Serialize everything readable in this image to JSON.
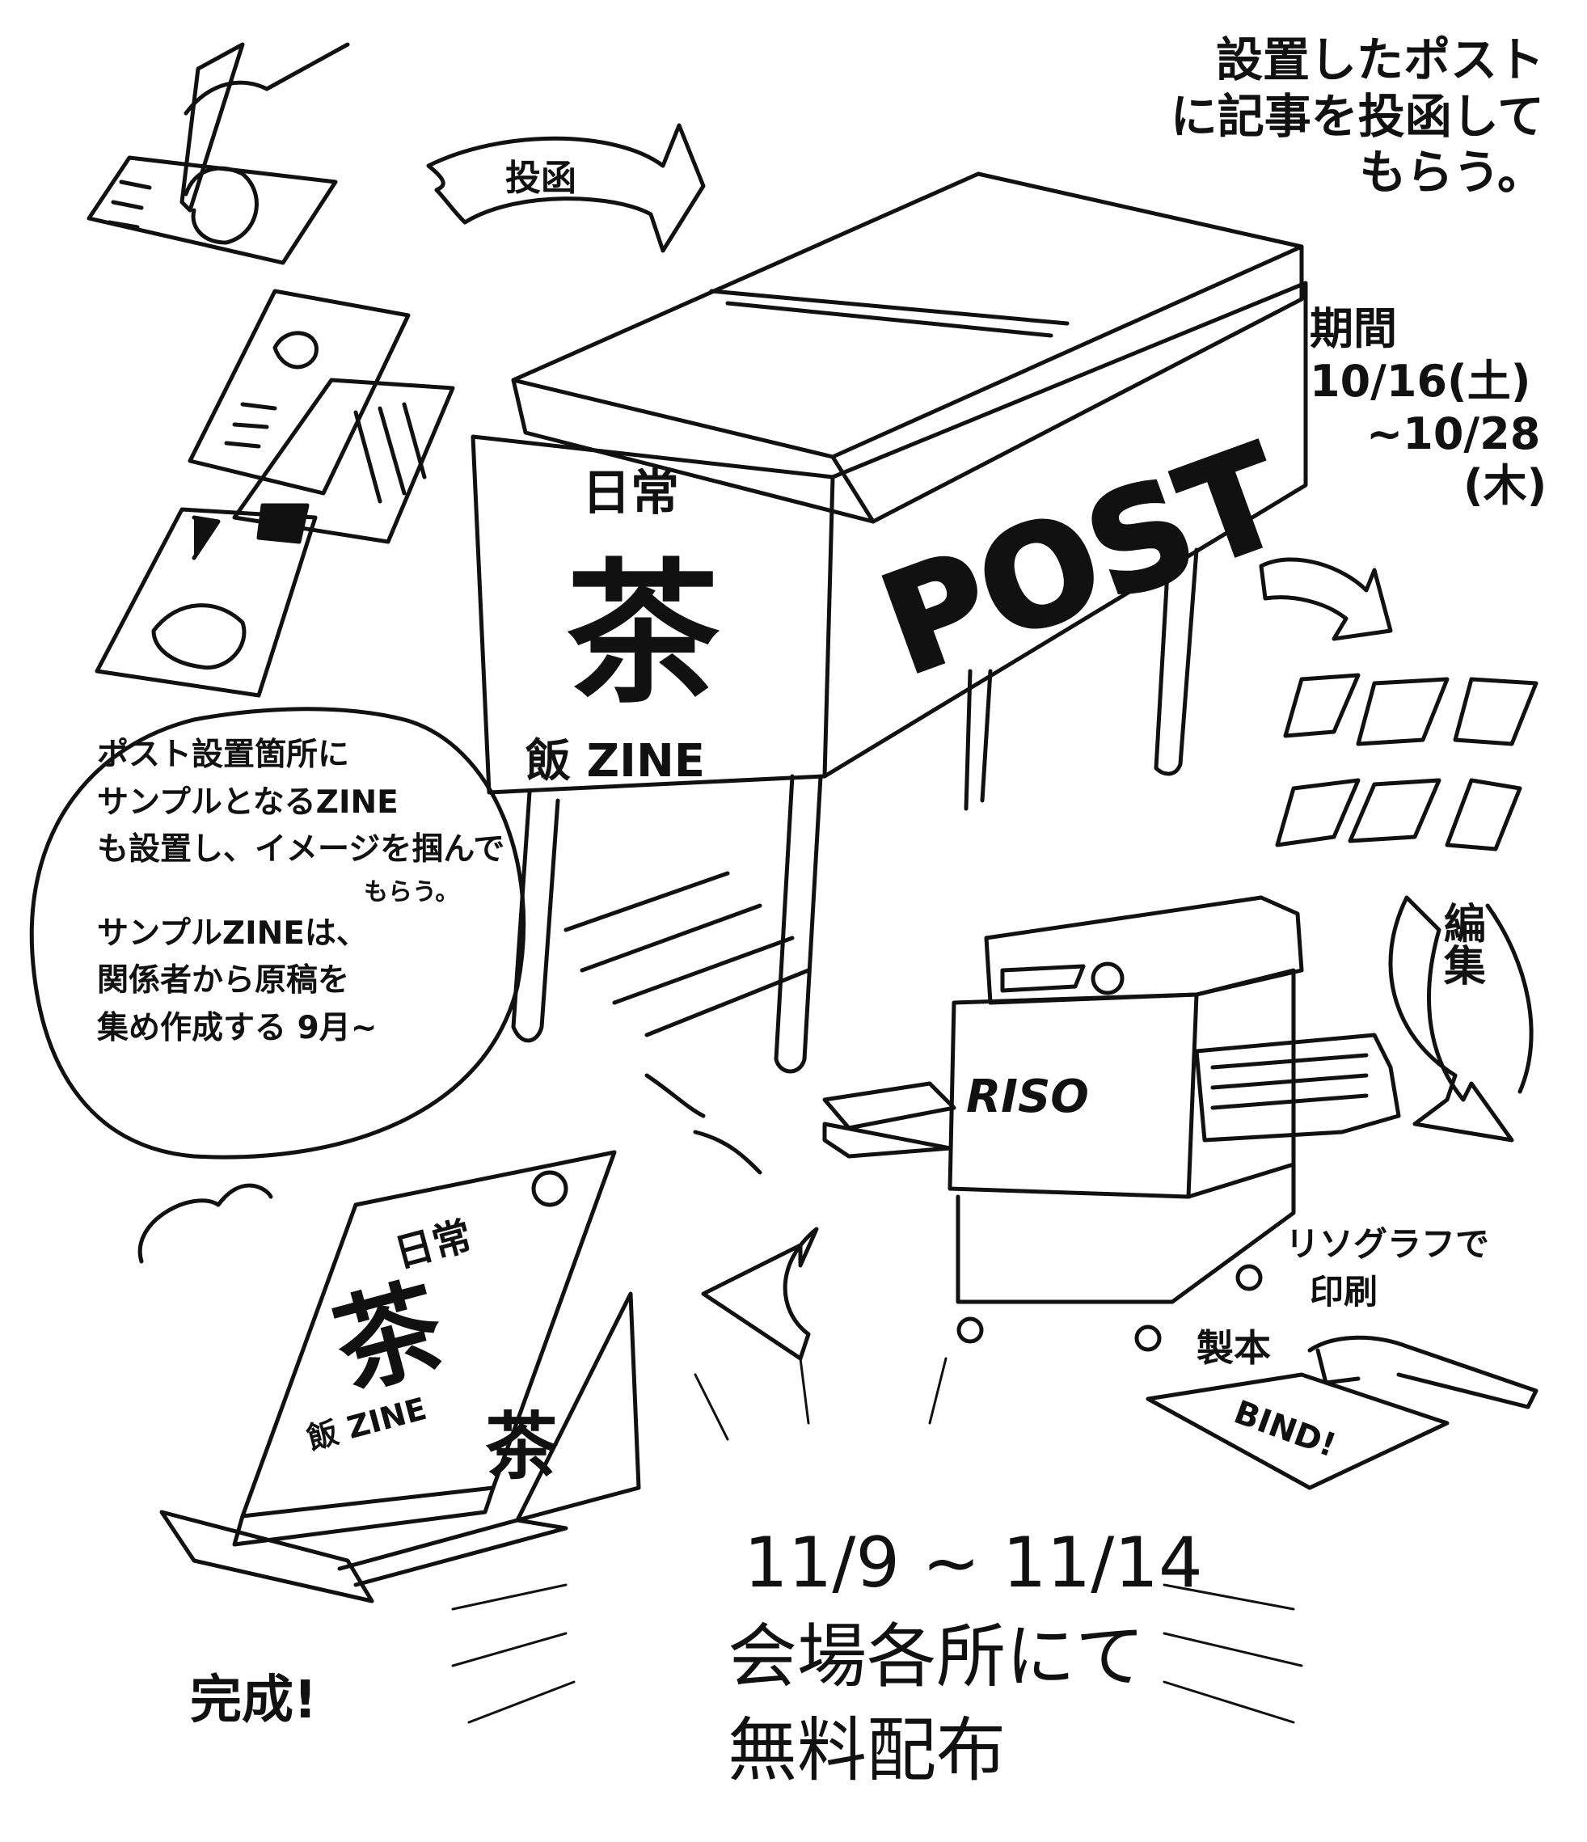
{
  "top_right_note": [
    "設置したポスト",
    "に記事を投函して",
    "もらう。"
  ],
  "arrow_post_label": "投函",
  "period": {
    "label": "期間",
    "start": "10/16(土)",
    "end": "~10/28",
    "end_day": "(木)"
  },
  "postbox": {
    "post_text": "POST",
    "zine_title": {
      "line1": "日常",
      "big": "茶",
      "line3": "飯 ZINE"
    }
  },
  "bubble_note": [
    "ポスト設置箇所に",
    "サンプルとなるZINE",
    "も設置し、イメージを掴んで",
    "もらう。",
    "サンプルZINEは、",
    "関係者から原稿を",
    "集め作成する 9月~"
  ],
  "edit_label": "編集",
  "printer": {
    "brand": "RISO",
    "caption": [
      "リソグラフで",
      "印刷"
    ]
  },
  "bind": {
    "label": "製本",
    "sign": "BIND!"
  },
  "booklet": {
    "line1": "日常",
    "big": "茶",
    "line3": "飯 ZINE",
    "back_big": "茶"
  },
  "complete_label": "完成!",
  "distribution": {
    "dates": "11/9 ~ 11/14",
    "line2": "会場各所にて",
    "line3": "無料配布"
  },
  "colors": {
    "ink": "#111111",
    "paper": "#ffffff"
  }
}
